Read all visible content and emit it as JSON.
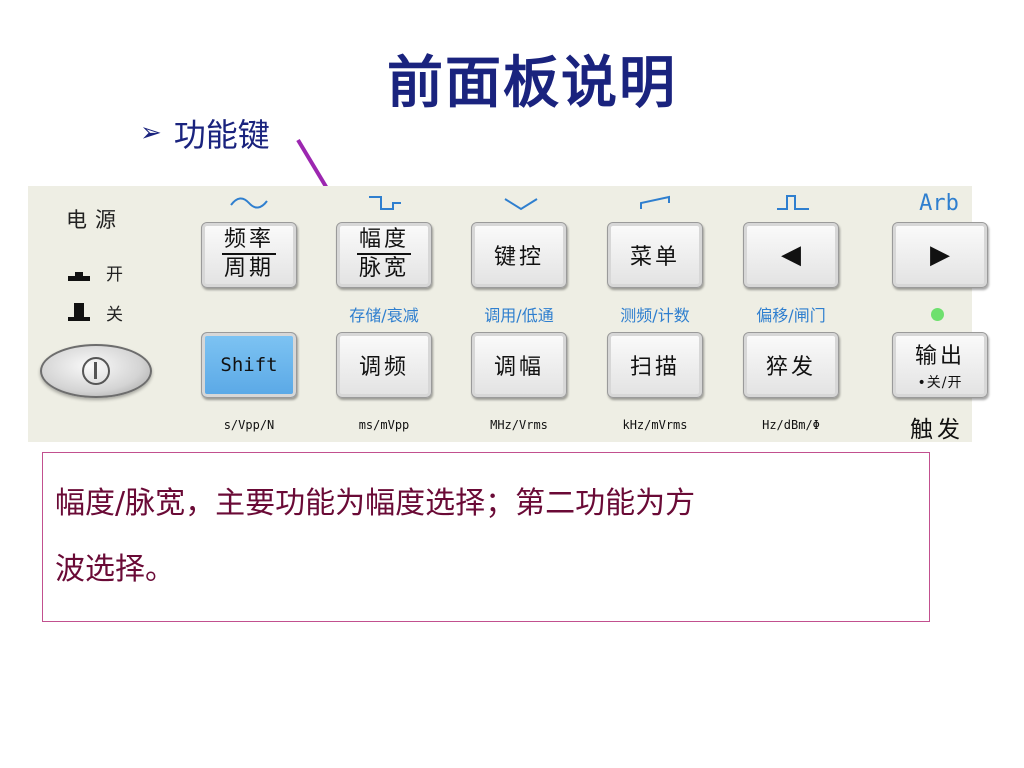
{
  "title": "前面板说明",
  "bullet": {
    "icon": "arrow-bullet-icon",
    "text": "功能键"
  },
  "colors": {
    "title": "#1a237e",
    "callout_arrow": "#9c27b0",
    "accent_blue": "#2f7fcf",
    "note_text": "#6a0a36",
    "note_border": "#c2508f"
  },
  "panel": {
    "power": {
      "label": "电源",
      "on_label": "开",
      "off_label": "关"
    },
    "waveforms": [
      {
        "name": "sine-wave-icon"
      },
      {
        "name": "square-wave-icon"
      },
      {
        "name": "triangle-wave-icon"
      },
      {
        "name": "ramp-wave-icon"
      },
      {
        "name": "pulse-wave-icon"
      },
      {
        "text": "Arb"
      }
    ],
    "row1_keys": [
      {
        "top": "频率",
        "bottom": "周期"
      },
      {
        "top": "幅度",
        "bottom": "脉宽"
      },
      {
        "label": "键控"
      },
      {
        "label": "菜单"
      },
      {
        "arrow": "◀"
      },
      {
        "arrow": "▶"
      }
    ],
    "secondary_labels": [
      "存储/衰减",
      "调用/低通",
      "测频/计数",
      "偏移/闸门"
    ],
    "row2_keys": [
      "Shift",
      "调频",
      "调幅",
      "扫描",
      "猝发"
    ],
    "output_key": {
      "label": "输出",
      "sub": "•关/开"
    },
    "units": [
      "s/Vpp/N",
      "ms/mVpp",
      "MHz/Vrms",
      "kHz/mVrms",
      "Hz/dBm/Φ"
    ],
    "trigger_label": "触发"
  },
  "note": {
    "line1": "幅度/脉宽，主要功能为幅度选择；第二功能为方",
    "line2": "波选择。"
  }
}
